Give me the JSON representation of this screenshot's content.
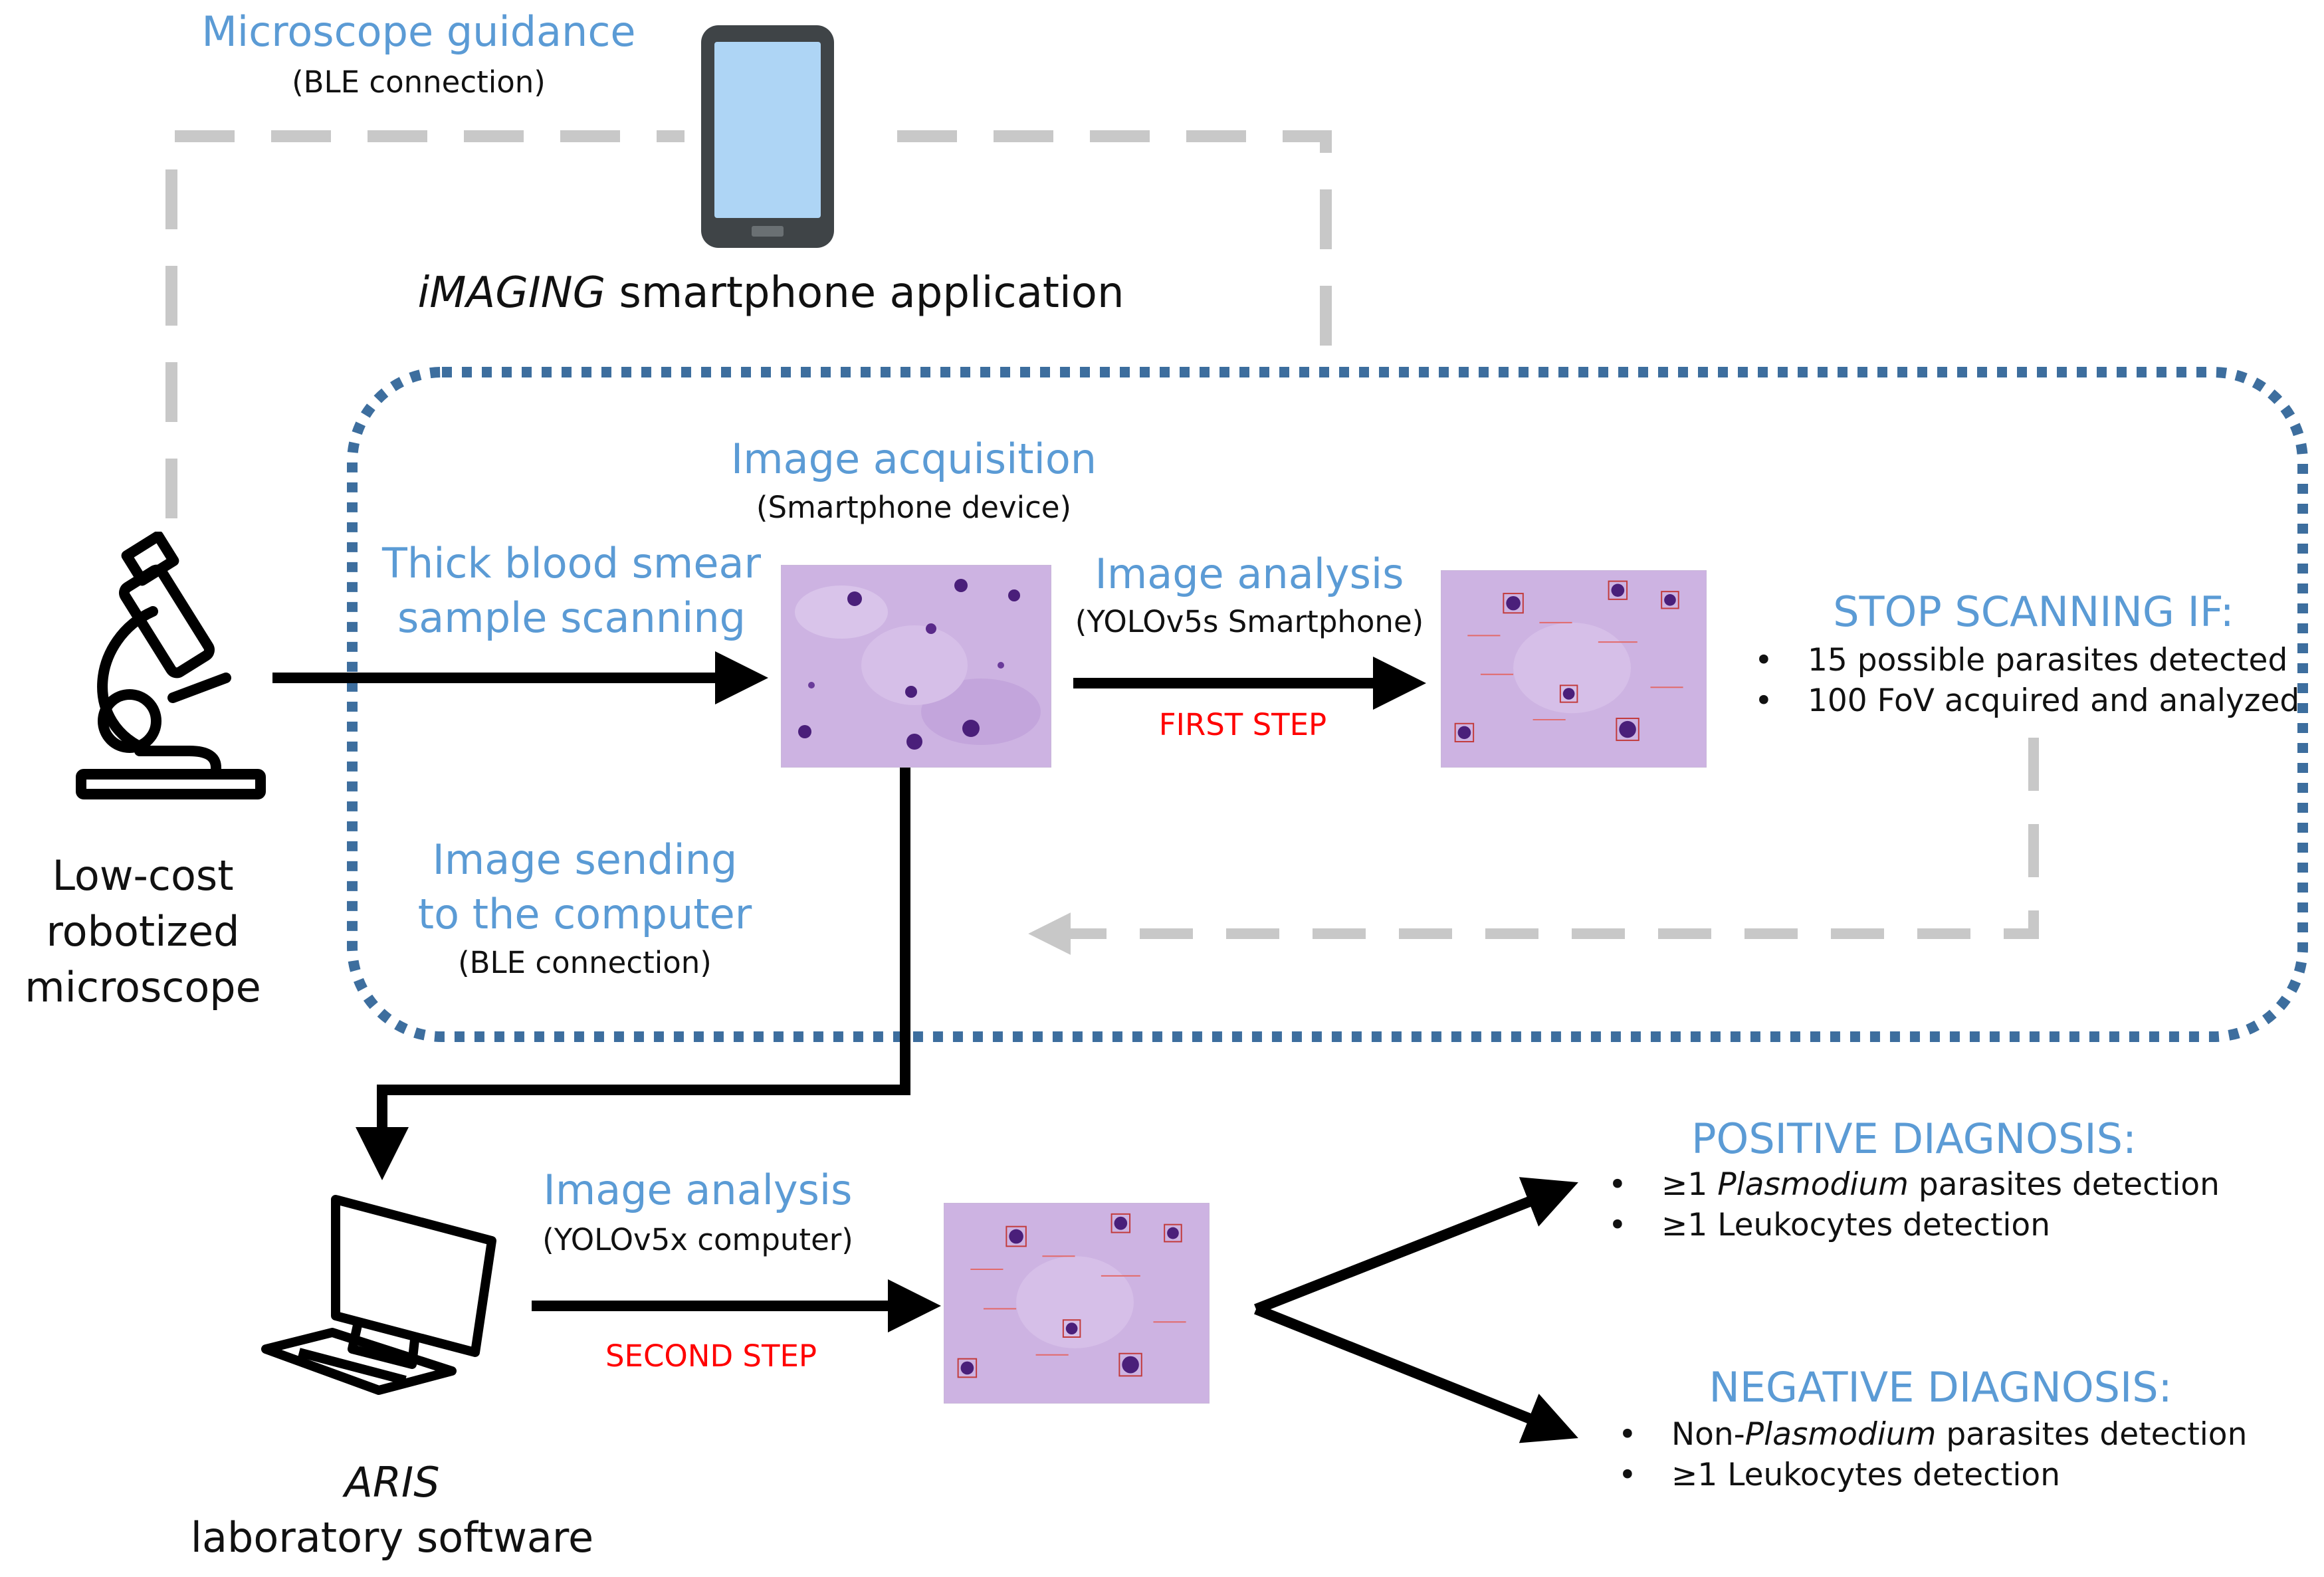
{
  "guidance": {
    "title": "Microscope guidance",
    "sub": "(BLE connection)"
  },
  "app": {
    "name": "iMAGING",
    "rest": " smartphone application"
  },
  "acquisition": {
    "title": "Image acquisition",
    "sub": "(Smartphone device)"
  },
  "scanning": {
    "line1": "Thick blood smear",
    "line2": "sample scanning"
  },
  "analysis_phone": {
    "title": "Image analysis",
    "sub": "(YOLOv5s Smartphone)",
    "step": "FIRST STEP"
  },
  "stop": {
    "title": "STOP SCANNING IF:",
    "items": [
      "15 possible parasites detected",
      "100 FoV acquired and analyzed"
    ]
  },
  "sending": {
    "line1": "Image sending",
    "line2": "to the computer",
    "sub": "(BLE connection)"
  },
  "microscope": {
    "line1": "Low-cost",
    "line2": "robotized",
    "line3": "microscope"
  },
  "analysis_pc": {
    "title": "Image analysis",
    "sub": "(YOLOv5x computer)",
    "step": "SECOND STEP"
  },
  "software": {
    "name": "ARIS",
    "line2": "laboratory software"
  },
  "positive": {
    "title": "POSITIVE DIAGNOSIS:",
    "item1_pre": "≥1 ",
    "item1_em": "Plasmodium",
    "item1_post": " parasites detection",
    "item2": "≥1 Leukocytes detection"
  },
  "negative": {
    "title": "NEGATIVE DIAGNOSIS:",
    "item1_pre": "Non-",
    "item1_em": "Plasmodium",
    "item1_post": " parasites detection",
    "item2": "≥1 Leukocytes detection"
  },
  "colors": {
    "blue_text": "#5b9bd5",
    "dotted_border": "#3d6e9e",
    "dashed_gray": "#c8c8c8",
    "red_text": "#ff0000",
    "phone_body": "#3f4447",
    "phone_screen": "#aed5f5",
    "smear": "#cdb3e2"
  },
  "icons": [
    "smartphone-icon",
    "microscope-icon",
    "computer-icon"
  ]
}
